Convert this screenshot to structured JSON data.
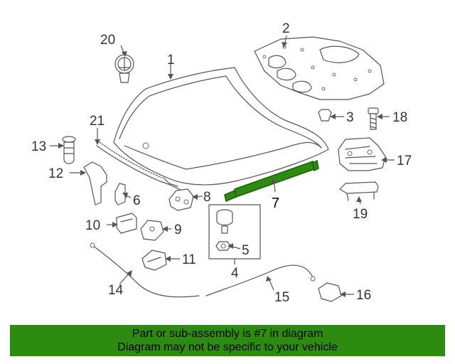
{
  "diagram": {
    "callouts": [
      "1",
      "2",
      "3",
      "4",
      "5",
      "6",
      "7",
      "8",
      "9",
      "10",
      "11",
      "12",
      "13",
      "14",
      "15",
      "16",
      "17",
      "18",
      "19",
      "20",
      "21"
    ],
    "highlight_part": "7",
    "highlight_color": "#2e8b12"
  },
  "banner": {
    "line1": "Part or sub-assembly is #7 in diagram",
    "line2": "Diagram may not be specific to your vehicle",
    "background": "#2e8b12"
  }
}
